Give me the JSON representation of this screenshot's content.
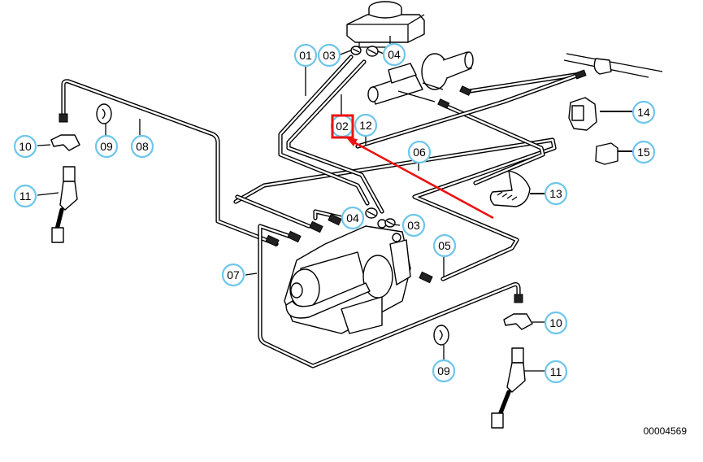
{
  "diagram": {
    "type": "exploded parts diagram",
    "subject": "brake lines / hydraulic unit assembly",
    "drawing_number": "00004569",
    "callouts": [
      {
        "id": "c01",
        "label": "01"
      },
      {
        "id": "c03a",
        "label": "03"
      },
      {
        "id": "c04a",
        "label": "04"
      },
      {
        "id": "c02",
        "label": "02"
      },
      {
        "id": "c12",
        "label": "12"
      },
      {
        "id": "c06",
        "label": "06"
      },
      {
        "id": "c14",
        "label": "14"
      },
      {
        "id": "c15",
        "label": "15"
      },
      {
        "id": "c13",
        "label": "13"
      },
      {
        "id": "c10a",
        "label": "10"
      },
      {
        "id": "c09a",
        "label": "09"
      },
      {
        "id": "c08",
        "label": "08"
      },
      {
        "id": "c11a",
        "label": "11"
      },
      {
        "id": "c04b",
        "label": "04"
      },
      {
        "id": "c03b",
        "label": "03"
      },
      {
        "id": "c05",
        "label": "05"
      },
      {
        "id": "c07",
        "label": "07"
      },
      {
        "id": "c10b",
        "label": "10"
      },
      {
        "id": "c09b",
        "label": "09"
      },
      {
        "id": "c11b",
        "label": "11"
      }
    ],
    "highlight": {
      "target_label": "02",
      "color": "#ee1111",
      "kind": "box-with-arrow"
    },
    "colors": {
      "callout_ring": "#6ec6ea",
      "line_art": "#000000",
      "background": "#ffffff"
    }
  }
}
